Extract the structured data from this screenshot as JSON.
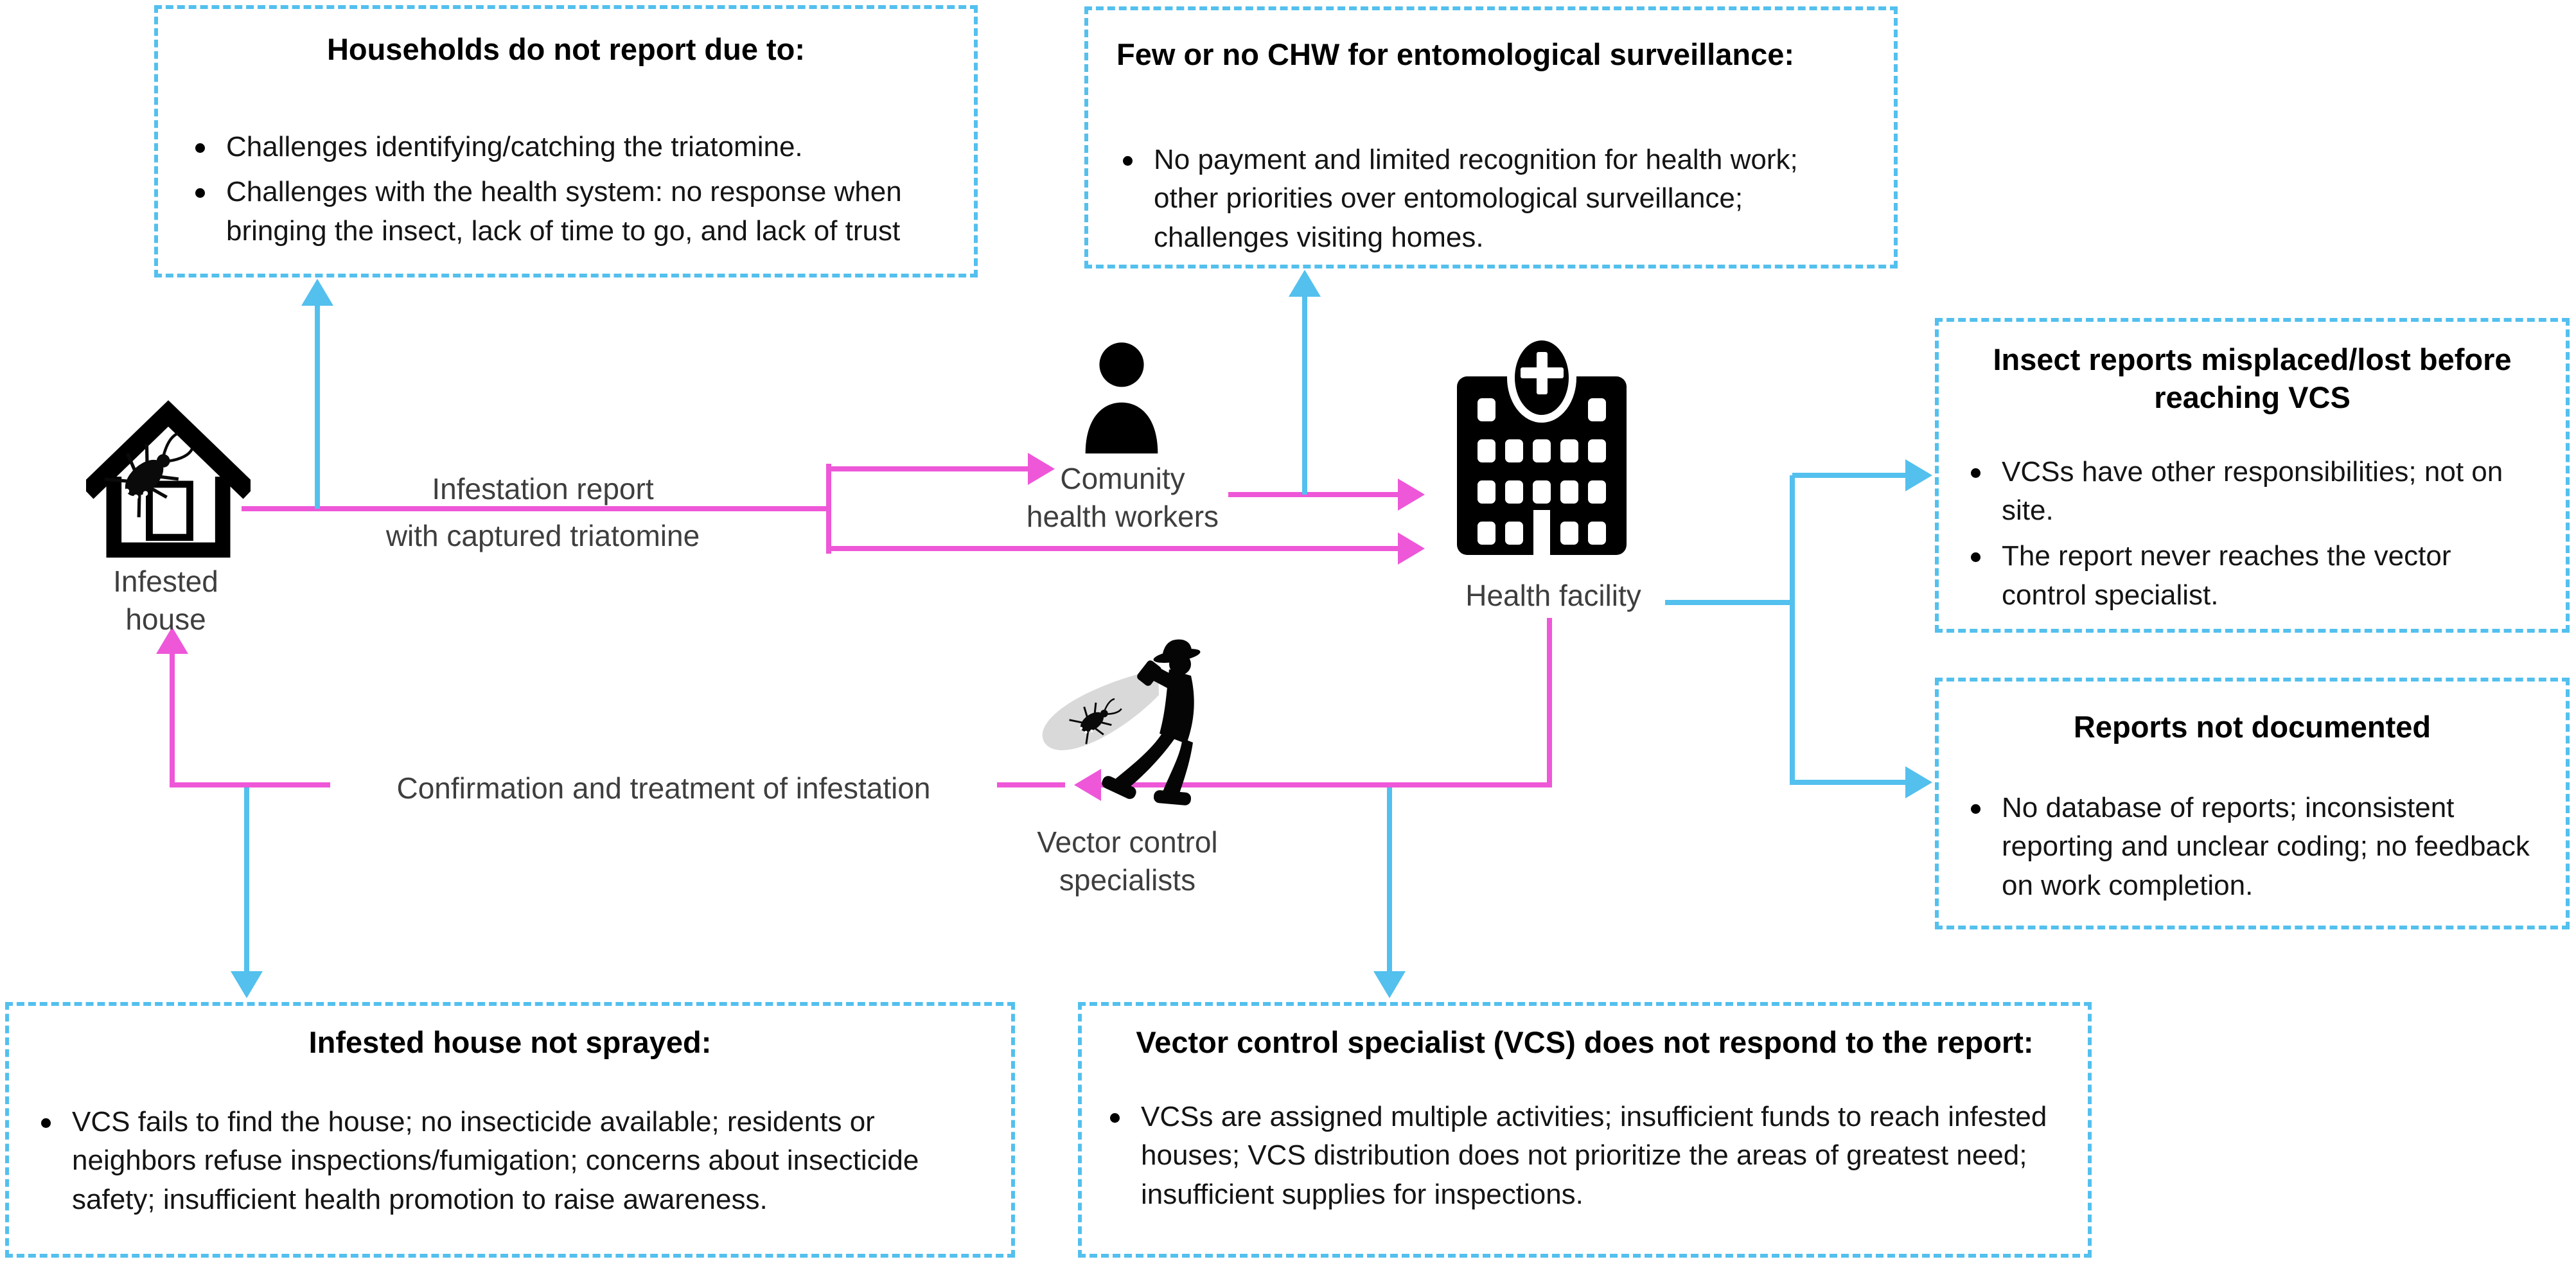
{
  "colors": {
    "arrow_blue": "#53c0ee",
    "arrow_pink": "#ee57d8",
    "icon_black": "#000000",
    "label_gray": "#3e3e3e",
    "beam_gray": "#d9d9d9"
  },
  "boxes": {
    "households": {
      "title": "Households do not report due to:",
      "bullets": [
        "Challenges identifying/catching the triatomine.",
        "Challenges with the health system: no response when bringing the insect, lack of time to go, and lack of trust"
      ]
    },
    "few_chw": {
      "title": "Few or no CHW for entomological surveillance:",
      "bullets": [
        "No payment and limited recognition for health work; other priorities over entomological surveillance; challenges visiting homes."
      ]
    },
    "reports_lost": {
      "title": "Insect reports misplaced/lost before reaching VCS",
      "bullets": [
        "VCSs have other responsibilities; not on site.",
        "The report never reaches the vector control specialist."
      ]
    },
    "reports_not_documented": {
      "title": "Reports not documented",
      "bullets": [
        "No database of reports; inconsistent reporting and unclear coding; no feedback on work completion."
      ]
    },
    "house_not_sprayed": {
      "title": "Infested house not sprayed:",
      "bullets": [
        "VCS fails to find the house; no insecticide available; residents or neighbors refuse inspections/fumigation; concerns about insecticide safety; insufficient health promotion to raise awareness."
      ]
    },
    "vcs_no_response": {
      "title": "Vector control specialist (VCS) does not respond to the report:",
      "bullets": [
        "VCSs are assigned multiple activities; insufficient funds to reach infested houses; VCS distribution does not prioritize the areas of greatest need; insufficient supplies for inspections."
      ]
    }
  },
  "nodes": {
    "infested_house": {
      "label_line1": "Infested",
      "label_line2": "house"
    },
    "chw": {
      "label_line1": "Comunity",
      "label_line2": "health workers"
    },
    "health_facility": {
      "label": "Health facility"
    },
    "vcs": {
      "label_line1": "Vector control",
      "label_line2": "specialists"
    }
  },
  "edges": {
    "infestation_report": {
      "label_line1": "Infestation report",
      "label_line2": "with captured triatomine"
    },
    "confirmation": {
      "label": "Confirmation and treatment of infestation"
    }
  }
}
